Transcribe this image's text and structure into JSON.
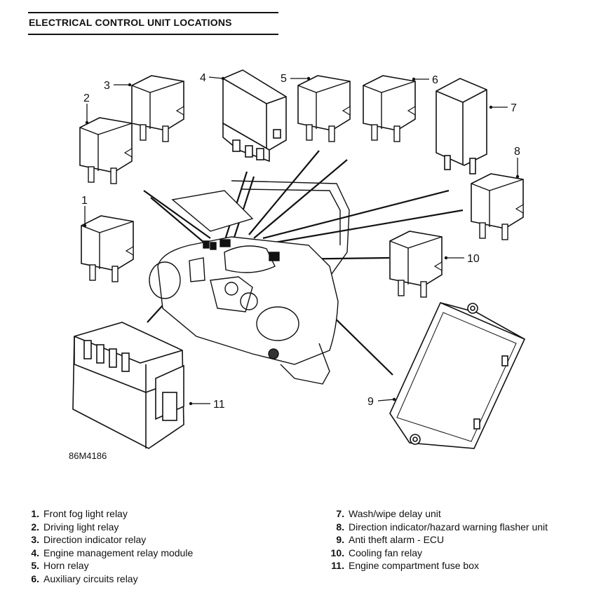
{
  "header": {
    "title": "ELECTRICAL CONTROL UNIT LOCATIONS"
  },
  "figure": {
    "reference": "86M4186"
  },
  "callouts": [
    "1",
    "2",
    "3",
    "4",
    "5",
    "6",
    "7",
    "8",
    "9",
    "10",
    "11"
  ],
  "legend": {
    "left": [
      {
        "num": "1.",
        "text": "Front fog light relay"
      },
      {
        "num": "2.",
        "text": "Driving light relay"
      },
      {
        "num": "3.",
        "text": "Direction indicator relay"
      },
      {
        "num": "4.",
        "text": "Engine management relay module"
      },
      {
        "num": "5.",
        "text": "Horn relay"
      },
      {
        "num": "6.",
        "text": "Auxiliary circuits relay"
      }
    ],
    "right": [
      {
        "num": "7.",
        "text": "Wash/wipe delay unit"
      },
      {
        "num": "8.",
        "text": "Direction indicator/hazard warning flasher unit"
      },
      {
        "num": "9.",
        "text": "Anti theft alarm - ECU"
      },
      {
        "num": "10.",
        "text": "Cooling fan relay"
      },
      {
        "num": "11.",
        "text": "Engine compartment fuse box"
      }
    ]
  }
}
